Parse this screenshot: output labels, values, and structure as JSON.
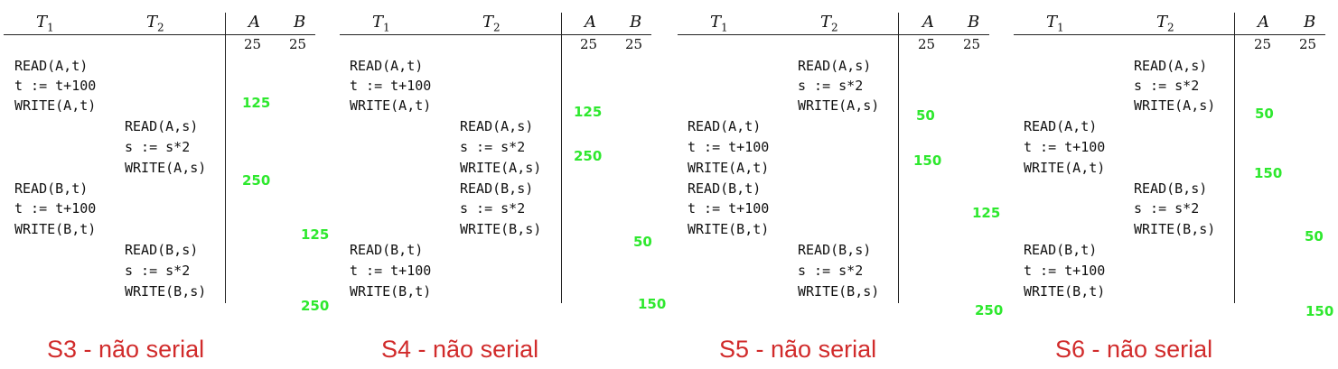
{
  "schedules": [
    {
      "caption": "S3 - não serial",
      "headers": {
        "t1": "T",
        "t1_sub": "1",
        "t2": "T",
        "t2_sub": "2",
        "a": "A",
        "b": "B"
      },
      "initial": {
        "a": "25",
        "b": "25"
      },
      "t1_ops": [
        "READ(A,t)",
        "t := t+100",
        "WRITE(A,t)",
        "READ(B,t)",
        "t := t+100",
        "WRITE(B,t)"
      ],
      "t2_ops": [
        "READ(A,s)",
        "s := s*2",
        "WRITE(A,s)",
        "READ(B,s)",
        "s := s*2",
        "WRITE(B,s)"
      ],
      "a_values": [
        "125",
        "250"
      ],
      "b_values": [
        "125",
        "250"
      ]
    },
    {
      "caption": "S4 - não serial",
      "headers": {
        "t1": "T",
        "t1_sub": "1",
        "t2": "T",
        "t2_sub": "2",
        "a": "A",
        "b": "B"
      },
      "initial": {
        "a": "25",
        "b": "25"
      },
      "t1_ops": [
        "READ(A,t)",
        "t := t+100",
        "WRITE(A,t)",
        "READ(B,t)",
        "t := t+100",
        "WRITE(B,t)"
      ],
      "t2_ops": [
        "READ(A,s)",
        "s := s*2",
        "WRITE(A,s)",
        "READ(B,s)",
        "s := s*2",
        "WRITE(B,s)"
      ],
      "a_values": [
        "125",
        "250"
      ],
      "b_values": [
        "50",
        "150"
      ]
    },
    {
      "caption": "S5 - não serial",
      "headers": {
        "t1": "T",
        "t1_sub": "1",
        "t2": "T",
        "t2_sub": "2",
        "a": "A",
        "b": "B"
      },
      "initial": {
        "a": "25",
        "b": "25"
      },
      "t1_ops": [
        "READ(A,t)",
        "t := t+100",
        "WRITE(A,t)",
        "READ(B,t)",
        "t := t+100",
        "WRITE(B,t)"
      ],
      "t2_ops": [
        "READ(A,s)",
        "s := s*2",
        "WRITE(A,s)",
        "READ(B,s)",
        "s := s*2",
        "WRITE(B,s)"
      ],
      "a_values": [
        "50",
        "150"
      ],
      "b_values": [
        "125",
        "250"
      ]
    },
    {
      "caption": "S6 - não serial",
      "headers": {
        "t1": "T",
        "t1_sub": "1",
        "t2": "T",
        "t2_sub": "2",
        "a": "A",
        "b": "B"
      },
      "initial": {
        "a": "25",
        "b": "25"
      },
      "t1_ops": [
        "READ(A,t)",
        "t := t+100",
        "WRITE(A,t)",
        "READ(B,t)",
        "t := t+100",
        "WRITE(B,t)"
      ],
      "t2_ops": [
        "READ(A,s)",
        "s := s*2",
        "WRITE(A,s)",
        "READ(B,s)",
        "s := s*2",
        "WRITE(B,s)"
      ],
      "a_values": [
        "50",
        "150"
      ],
      "b_values": [
        "50",
        "150"
      ]
    }
  ],
  "colors": {
    "values": "#2ee82e",
    "caption": "#d12b2b"
  }
}
